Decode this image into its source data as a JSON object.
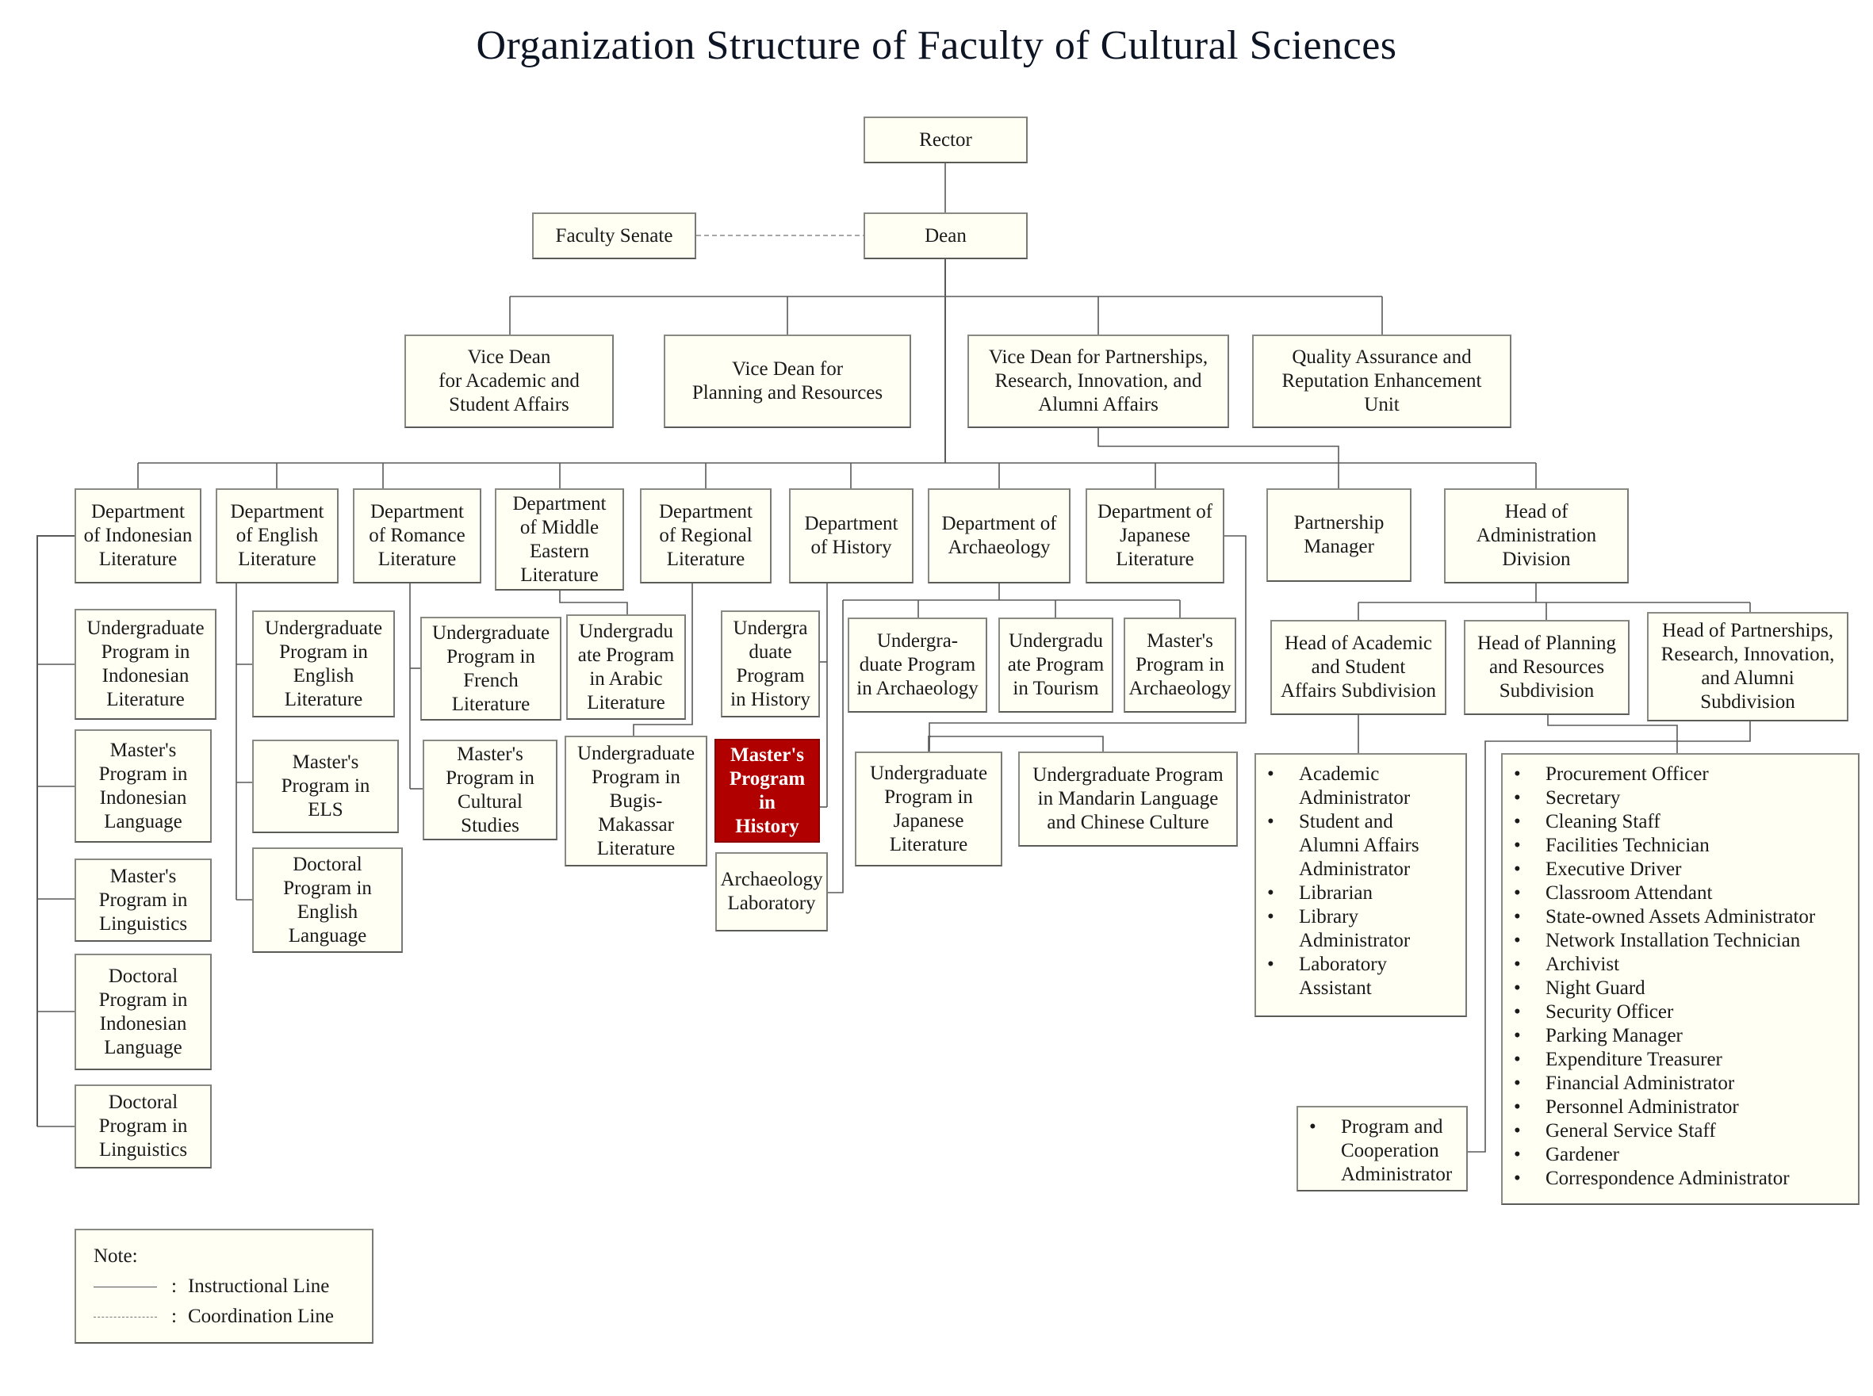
{
  "title": "Organization Structure of Faculty of Cultural Sciences",
  "leadership": {
    "rector": "Rector",
    "dean": "Dean",
    "faculty_senate": "Faculty Senate"
  },
  "vice_deans": [
    {
      "label": "Vice Dean\nfor Academic and\nStudent Affairs"
    },
    {
      "label": "Vice Dean for\nPlanning and Resources"
    },
    {
      "label": "Vice Dean for Partnerships,\nResearch, Innovation, and\nAlumni Affairs"
    },
    {
      "label": "Quality Assurance and\nReputation Enhancement\nUnit"
    }
  ],
  "departments": [
    {
      "label": "Department\nof Indonesian\nLiterature",
      "programs": [
        "Undergraduate\nProgram in\nIndonesian\nLiterature",
        "Master's\nProgram in\nIndonesian\nLanguage",
        "Master's\nProgram in\nLinguistics",
        "Doctoral\nProgram in\nIndonesian\nLanguage",
        "Doctoral\nProgram in\nLinguistics"
      ]
    },
    {
      "label": "Department\nof English\nLiterature",
      "programs": [
        "Undergraduate\nProgram in\nEnglish\nLiterature",
        "Master's\nProgram in\nELS",
        "Doctoral\nProgram in\nEnglish\nLanguage"
      ]
    },
    {
      "label": "Department\nof Romance\nLiterature",
      "programs": [
        "Undergraduate\nProgram in\nFrench\nLiterature",
        "Master's\nProgram in\nCultural\nStudies"
      ]
    },
    {
      "label": "Department\nof Middle\nEastern\nLiterature",
      "programs": [
        "Undergradu\nate Program\nin Arabic\nLiterature"
      ]
    },
    {
      "label": "Department\nof Regional\nLiterature",
      "programs": [
        "Undergraduate\nProgram in\nBugis-\nMakassar\nLiterature"
      ]
    },
    {
      "label": "Department\nof History",
      "programs": [
        "Undergra\nduate\nProgram\nin History",
        "Master's\nProgram\nin\nHistory"
      ],
      "highlighted_program": "Master's Program in History"
    },
    {
      "label": "Department of\nArchaeology",
      "programs": [
        "Undergra-\nduate Program\nin Archaeology",
        "Undergradu\nate Program\nin Tourism",
        "Master's\nProgram in\nArchaeology",
        "Archaeology\nLaboratory"
      ]
    },
    {
      "label": "Department of\nJapanese\nLiterature",
      "programs": [
        "Undergraduate\nProgram in\nJapanese\nLiterature",
        "Undergraduate Program\nin Mandarin Language\nand Chinese Culture"
      ]
    }
  ],
  "partnership_manager": "Partnership\nManager",
  "administration": {
    "head": "Head of\nAdministration\nDivision",
    "subdivisions": [
      {
        "label": "Head of Academic\nand Student\nAffairs Subdivision"
      },
      {
        "label": "Head of Planning\nand Resources\nSubdivision"
      },
      {
        "label": "Head of Partnerships,\nResearch, Innovation,\nand Alumni\nSubdivision"
      }
    ],
    "academic_staff": [
      "Academic\nAdministrator",
      "Student and\nAlumni Affairs\nAdministrator",
      "Librarian",
      "Library\nAdministrator",
      "Laboratory\nAssistant"
    ],
    "planning_staff": [
      "Procurement Officer",
      "Secretary",
      "Cleaning Staff",
      "Facilities Technician",
      "Executive Driver",
      "Classroom Attendant",
      "State-owned Assets Administrator",
      "Network Installation Technician",
      "Archivist",
      "Night Guard",
      "Security Officer",
      "Parking Manager",
      "Expenditure Treasurer",
      "Financial Administrator",
      "Personnel Administrator",
      "General Service Staff",
      "Gardener",
      "Correspondence Administrator"
    ],
    "partnership_staff": [
      "Program and\nCooperation\nAdministrator"
    ]
  },
  "note": {
    "heading": "Note:",
    "items": [
      {
        "style": "solid",
        "label": "Instructional Line"
      },
      {
        "style": "dashed",
        "label": "Coordination Line"
      }
    ]
  },
  "colors": {
    "box_fill": "#fffff4",
    "box_border": "#8a8a85",
    "highlight": "#b00000",
    "line": "#555555"
  }
}
